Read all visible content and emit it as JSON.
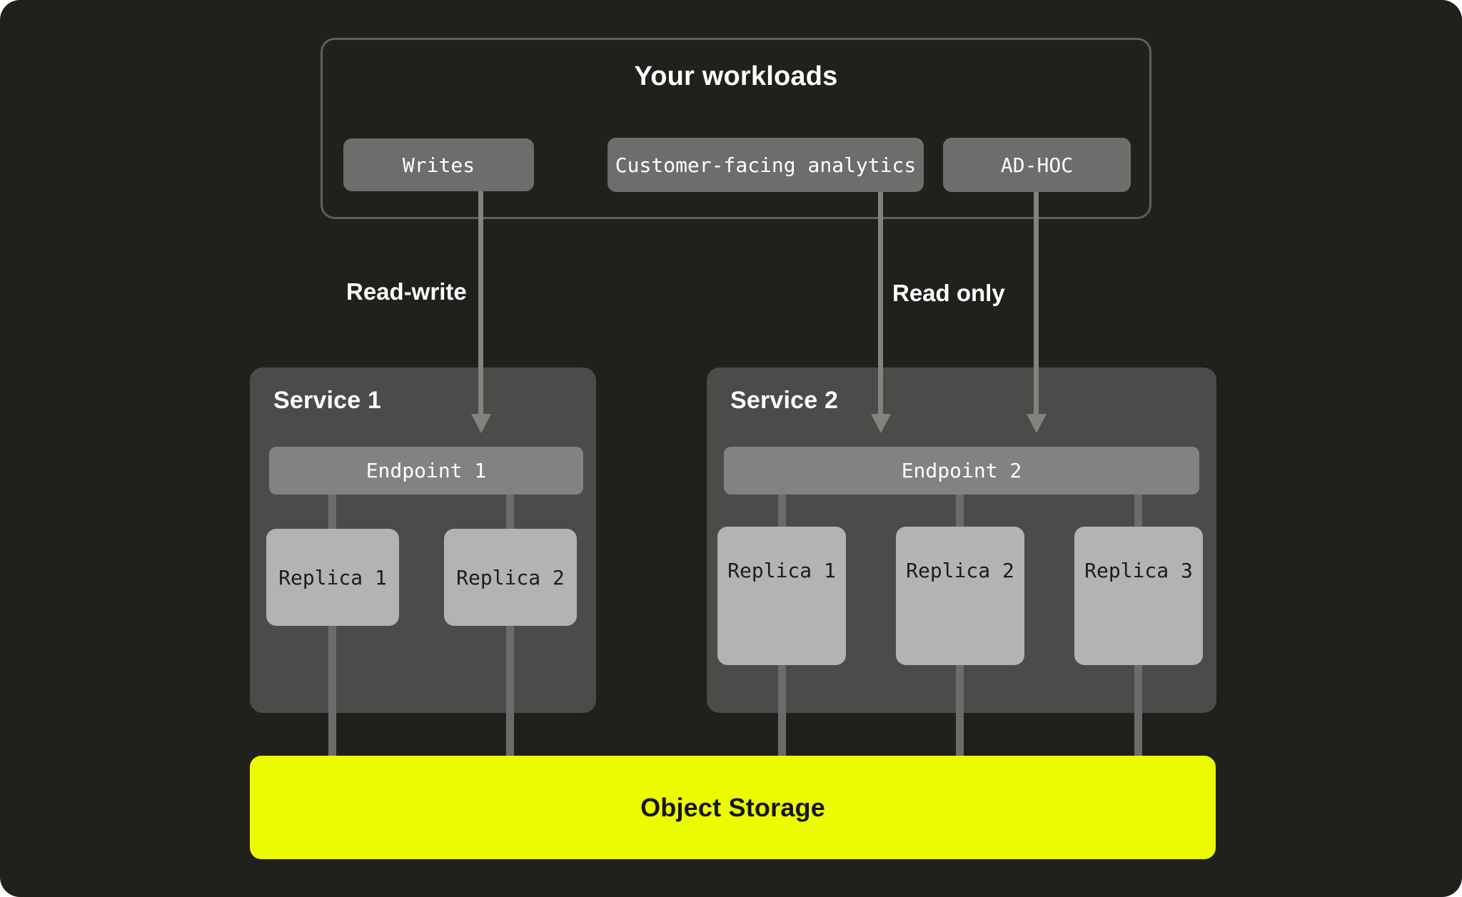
{
  "canvas": {
    "background_color": "#21201c",
    "page_background_color": "#ffffff"
  },
  "workloads": {
    "title": "Your workloads",
    "border_color": "#5f5f5d",
    "chip_color": "#6d6d6b",
    "chips": [
      {
        "label": "Writes"
      },
      {
        "label": "Customer-facing analytics"
      },
      {
        "label": "AD-HOC"
      }
    ]
  },
  "flow_labels": {
    "read_write": "Read-write",
    "read_only": "Read only"
  },
  "arrows": {
    "color": "#82827f",
    "connector_color": "#6b6b69"
  },
  "services": [
    {
      "name": "Service 1",
      "endpoint": "Endpoint 1",
      "replicas": [
        "Replica 1",
        "Replica 2"
      ]
    },
    {
      "name": "Service 2",
      "endpoint": "Endpoint 2",
      "replicas": [
        "Replica 1",
        "Replica 2",
        "Replica 3"
      ]
    }
  ],
  "storage": {
    "label": "Object Storage",
    "color": "#ebfb00"
  }
}
